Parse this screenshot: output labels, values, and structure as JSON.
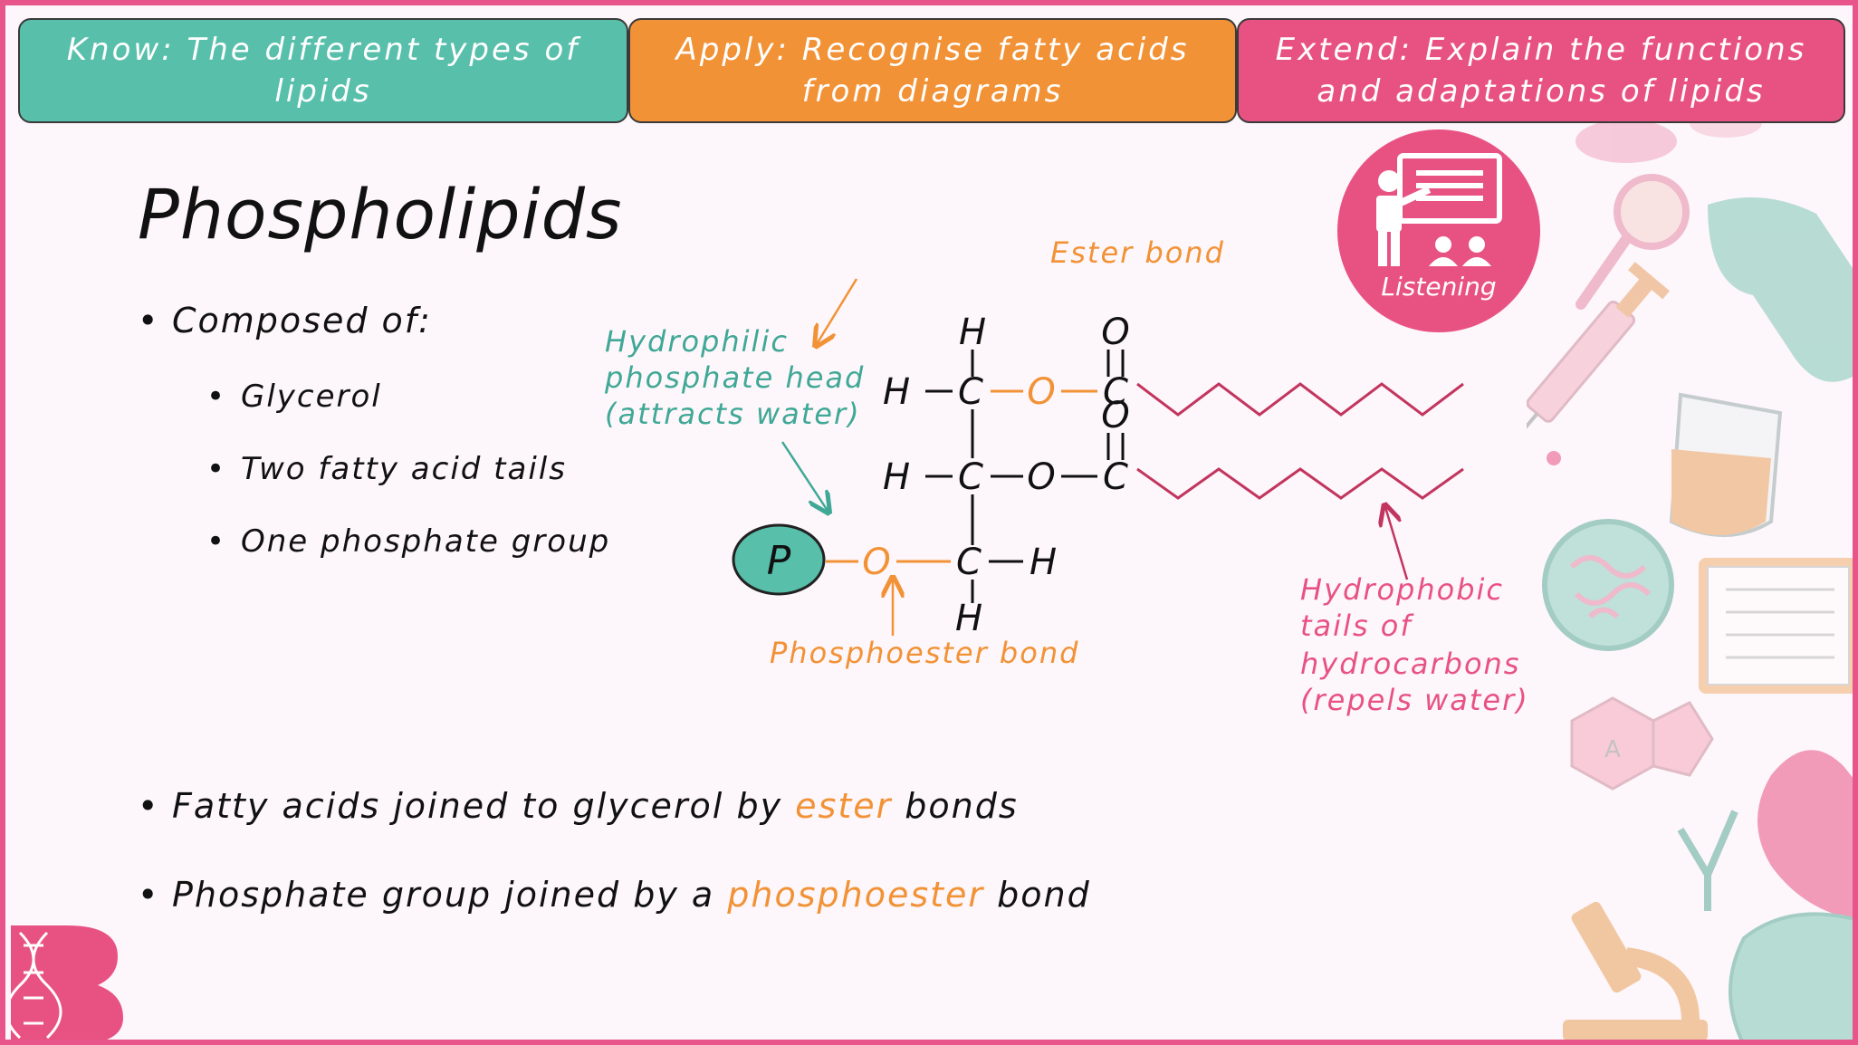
{
  "objectives": {
    "know": "Know: The different types of lipids",
    "apply": "Apply: Recognise fatty acids from diagrams",
    "extend": "Extend: Explain the functions and adaptations of lipids"
  },
  "title": "Phospholipids",
  "composed": {
    "heading": "Composed of:",
    "items": [
      "Glycerol",
      "Two fatty acid tails",
      "One phosphate group"
    ]
  },
  "facts": [
    {
      "before": "Fatty acids joined to glycerol by ",
      "highlight": "ester",
      "after": " bonds"
    },
    {
      "before": "Phosphate group joined by a ",
      "highlight": "phosphoester",
      "after": " bond"
    }
  ],
  "badge": {
    "label": "Listening",
    "icon": "teacher-presentation-icon"
  },
  "diagram": {
    "ester_label": "Ester bond",
    "head_label": [
      "Hydrophilic",
      "phosphate head",
      "(attracts water)"
    ],
    "tail_label": [
      "Hydrophobic",
      "tails of",
      "hydrocarbons",
      "(repels water)"
    ],
    "phosphoester_label": "Phosphoester bond",
    "atoms": {
      "H": "H",
      "C": "C",
      "O": "O",
      "P": "P"
    }
  },
  "logo": {
    "letter": "B",
    "icon": "dna-logo-icon"
  },
  "colors": {
    "teal": "#58bfab",
    "orange": "#f29236",
    "pink": "#e85283",
    "tail": "#c2355f"
  }
}
